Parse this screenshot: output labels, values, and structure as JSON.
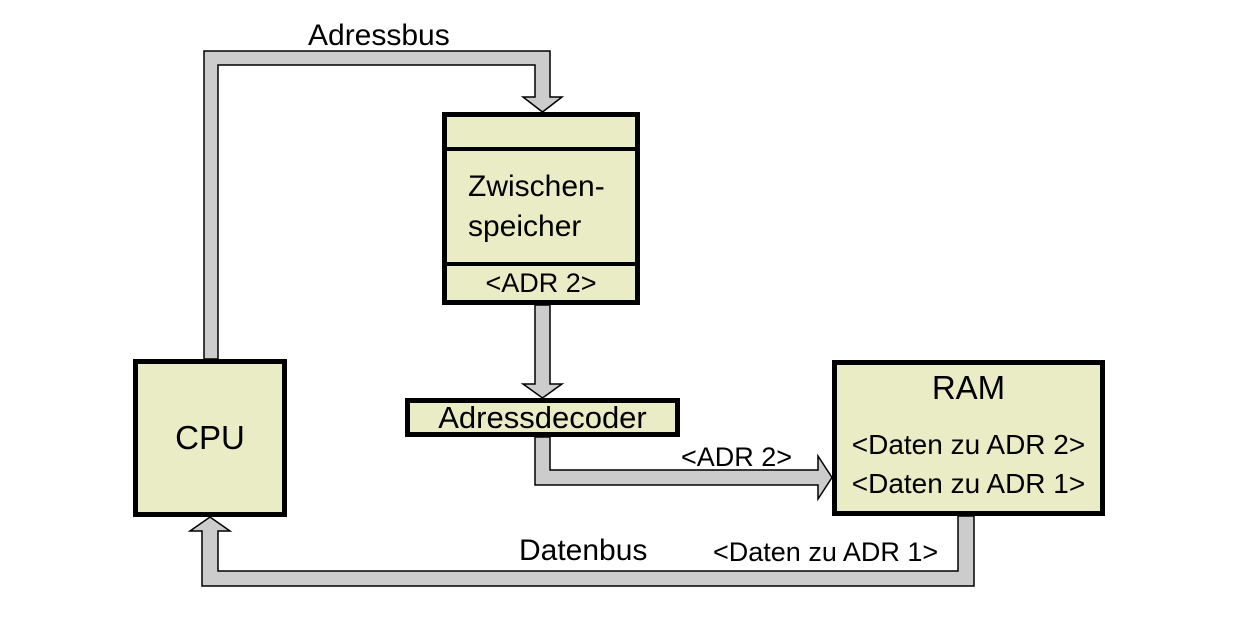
{
  "diagram": {
    "background_color": "#ffffff",
    "node_fill_color": "#e9ecc5",
    "node_border_color": "#000000",
    "bus_fill_color": "#cccccc",
    "bus_outline_color": "#000000",
    "text_color": "#000000"
  },
  "nodes": {
    "cpu": {
      "label": "CPU"
    },
    "zwischenspeicher": {
      "name_line1": "Zwischen-",
      "name_line2": "speicher",
      "slot_label": "<ADR 2>"
    },
    "adressdecoder": {
      "label": "Adressdecoder"
    },
    "ram": {
      "title": "RAM",
      "row1": "<Daten zu ADR 2>",
      "row2": "<Daten zu ADR 1>"
    }
  },
  "buses": {
    "adressbus": {
      "label": "Adressbus"
    },
    "datenbus": {
      "label": "Datenbus",
      "payload_label": "<Daten zu ADR 1>"
    },
    "decoder_to_ram": {
      "payload_label": "<ADR 2>"
    }
  }
}
